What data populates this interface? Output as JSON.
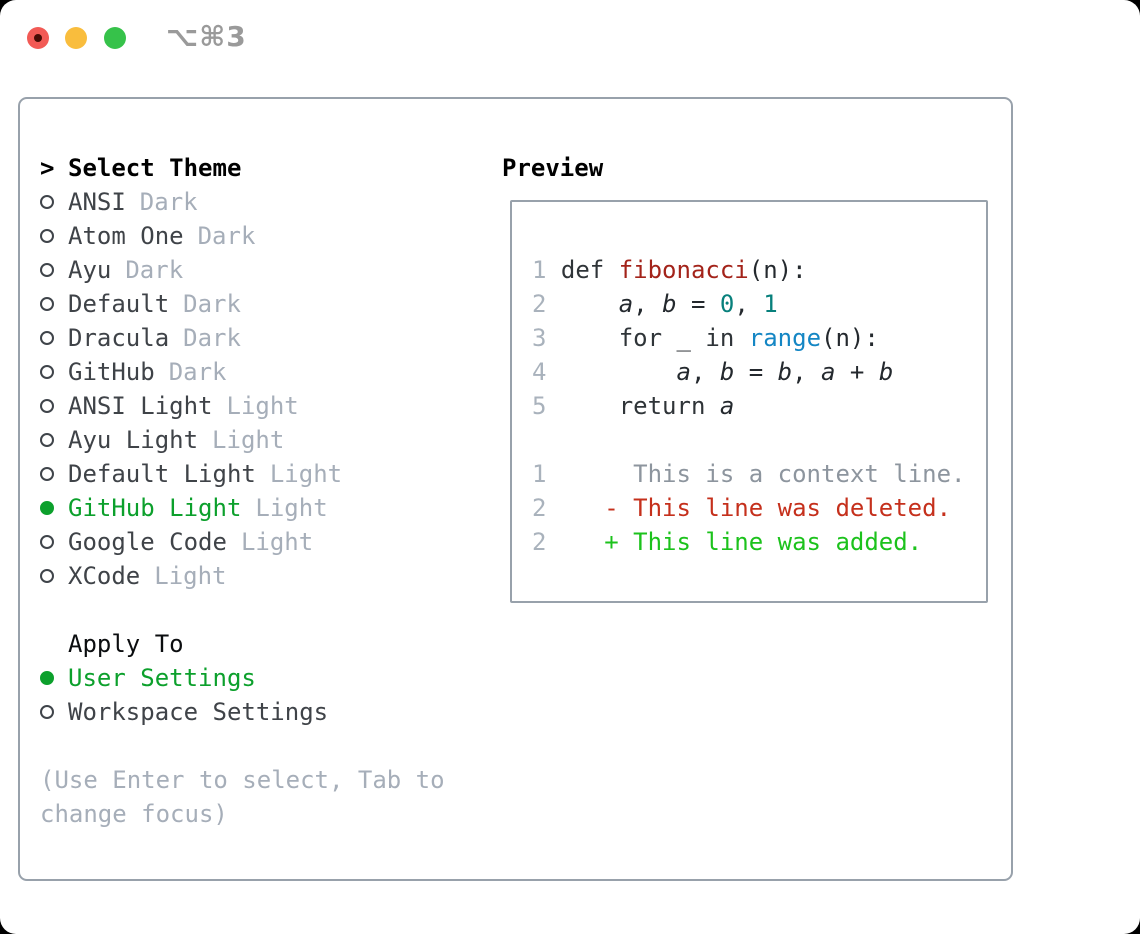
{
  "window": {
    "shortcut": "⌥⌘3",
    "traffic_lights": [
      "close",
      "minimize",
      "zoom"
    ]
  },
  "colors": {
    "selection_green": "#0ca02c",
    "added_green": "#1cc21c",
    "deleted_red": "#c5301c",
    "function_red": "#a3231a",
    "number_teal": "#08807c",
    "builtin_blue": "#1486c4",
    "muted_gray": "#a6aeb9",
    "border_gray": "#98a1ab"
  },
  "theme_panel": {
    "prompt": ">",
    "title": "Select Theme",
    "items": [
      {
        "name": "ANSI",
        "variant": "Dark",
        "selected": false
      },
      {
        "name": "Atom One",
        "variant": "Dark",
        "selected": false
      },
      {
        "name": "Ayu",
        "variant": "Dark",
        "selected": false
      },
      {
        "name": "Default",
        "variant": "Dark",
        "selected": false
      },
      {
        "name": "Dracula",
        "variant": "Dark",
        "selected": false
      },
      {
        "name": "GitHub",
        "variant": "Dark",
        "selected": false
      },
      {
        "name": "ANSI Light",
        "variant": "Light",
        "selected": false
      },
      {
        "name": "Ayu Light",
        "variant": "Light",
        "selected": false
      },
      {
        "name": "Default Light",
        "variant": "Light",
        "selected": false
      },
      {
        "name": "GitHub Light",
        "variant": "Light",
        "selected": true
      },
      {
        "name": "Google Code",
        "variant": "Light",
        "selected": false
      },
      {
        "name": "XCode",
        "variant": "Light",
        "selected": false
      }
    ],
    "apply_to": {
      "title": "Apply To",
      "options": [
        {
          "label": "User Settings",
          "selected": true
        },
        {
          "label": "Workspace Settings",
          "selected": false
        }
      ]
    },
    "hint_line1": "(Use Enter to select, Tab to",
    "hint_line2": "change focus)"
  },
  "preview": {
    "title": "Preview",
    "lines": [
      [
        {
          "t": "1 ",
          "c": "ln"
        },
        {
          "t": "def ",
          "c": "kw"
        },
        {
          "t": "fibonacci",
          "c": "fn"
        },
        {
          "t": "(n):",
          "c": "pl"
        }
      ],
      [
        {
          "t": "2 ",
          "c": "ln"
        },
        {
          "t": "    ",
          "c": "pl"
        },
        {
          "t": "a",
          "c": "it"
        },
        {
          "t": ", ",
          "c": "pl"
        },
        {
          "t": "b",
          "c": "it"
        },
        {
          "t": " = ",
          "c": "pl"
        },
        {
          "t": "0",
          "c": "num"
        },
        {
          "t": ", ",
          "c": "pl"
        },
        {
          "t": "1",
          "c": "num"
        }
      ],
      [
        {
          "t": "3 ",
          "c": "ln"
        },
        {
          "t": "    ",
          "c": "pl"
        },
        {
          "t": "for",
          "c": "kw"
        },
        {
          "t": " _ ",
          "c": "pl"
        },
        {
          "t": "in",
          "c": "kw"
        },
        {
          "t": " ",
          "c": "pl"
        },
        {
          "t": "range",
          "c": "bi"
        },
        {
          "t": "(n):",
          "c": "pl"
        }
      ],
      [
        {
          "t": "4 ",
          "c": "ln"
        },
        {
          "t": "        ",
          "c": "pl"
        },
        {
          "t": "a",
          "c": "it"
        },
        {
          "t": ", ",
          "c": "pl"
        },
        {
          "t": "b",
          "c": "it"
        },
        {
          "t": " = ",
          "c": "pl"
        },
        {
          "t": "b",
          "c": "it"
        },
        {
          "t": ", ",
          "c": "pl"
        },
        {
          "t": "a",
          "c": "it"
        },
        {
          "t": " + ",
          "c": "pl"
        },
        {
          "t": "b",
          "c": "it"
        }
      ],
      [
        {
          "t": "5 ",
          "c": "ln"
        },
        {
          "t": "    ",
          "c": "pl"
        },
        {
          "t": "return",
          "c": "kw"
        },
        {
          "t": " ",
          "c": "pl"
        },
        {
          "t": "a",
          "c": "it"
        }
      ],
      [],
      [
        {
          "t": "1",
          "c": "ln"
        },
        {
          "t": "      ",
          "c": "pl"
        },
        {
          "t": "This is a context line.",
          "c": "ctx"
        }
      ],
      [
        {
          "t": "2",
          "c": "ln"
        },
        {
          "t": "    ",
          "c": "pl"
        },
        {
          "t": "- This line was deleted.",
          "c": "del"
        }
      ],
      [
        {
          "t": "2",
          "c": "ln"
        },
        {
          "t": "    ",
          "c": "pl"
        },
        {
          "t": "+ This line was added.",
          "c": "add"
        }
      ]
    ]
  }
}
